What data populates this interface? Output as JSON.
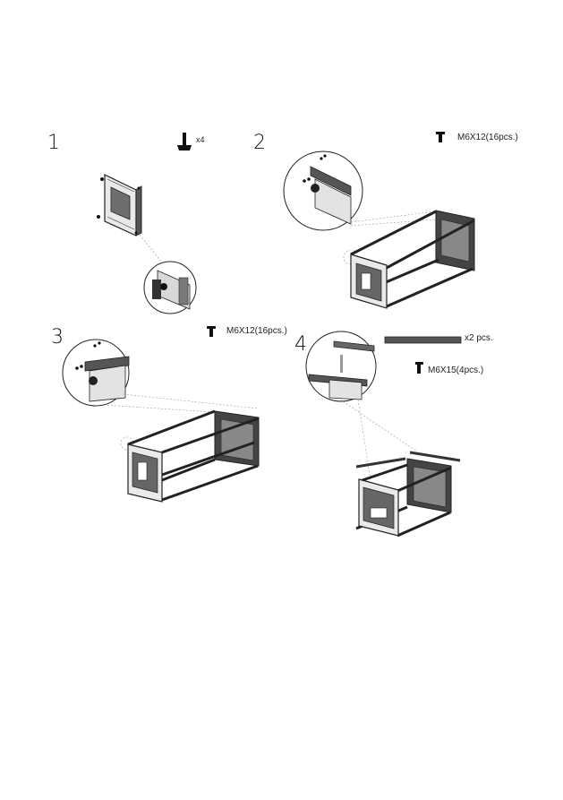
{
  "steps": [
    {
      "number": "1",
      "part_label": "x4"
    },
    {
      "number": "2",
      "part_label": "M6X12(16pcs.)"
    },
    {
      "number": "3",
      "part_label": "M6X12(16pcs.)"
    },
    {
      "number": "4",
      "part_label": "M6X15(4pcs.)",
      "rail_label": "x2 pcs."
    }
  ],
  "colors": {
    "frame": "#2b2b2b",
    "panel": "#7a7a7a",
    "leader": "#9a9a9a"
  },
  "icons": [
    "foot-icon",
    "screw-icon",
    "rail-icon"
  ]
}
